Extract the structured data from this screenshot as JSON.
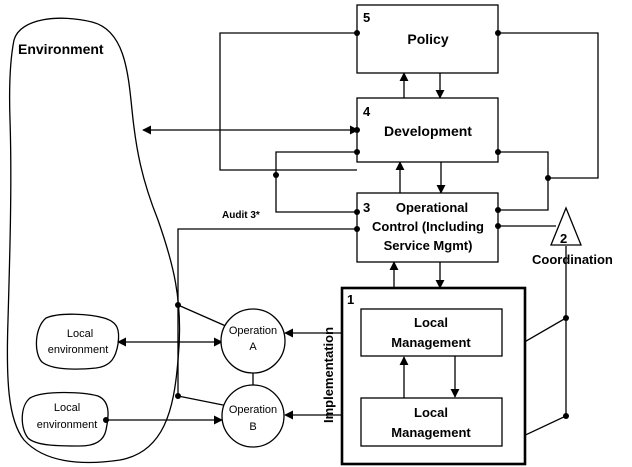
{
  "environment": {
    "label": "Environment"
  },
  "systems": {
    "s5": {
      "number": "5",
      "title": "Policy"
    },
    "s4": {
      "number": "4",
      "title": "Development"
    },
    "s3": {
      "number": "3",
      "line1": "Operational",
      "line2": "Control (Including",
      "line3": "Service Mgmt)"
    },
    "s2": {
      "number": "2",
      "label": "Coordination"
    },
    "s1": {
      "number": "1",
      "label": "Implementation"
    }
  },
  "audit": {
    "label": "Audit 3*"
  },
  "management": [
    {
      "line1": "Local",
      "line2": "Management"
    },
    {
      "line1": "Local",
      "line2": "Management"
    }
  ],
  "operations": [
    {
      "line1": "Operation",
      "line2": "A"
    },
    {
      "line1": "Operation",
      "line2": "B"
    }
  ],
  "local_environments": [
    {
      "line1": "Local",
      "line2": "environment"
    },
    {
      "line1": "Local",
      "line2": "environment"
    }
  ]
}
